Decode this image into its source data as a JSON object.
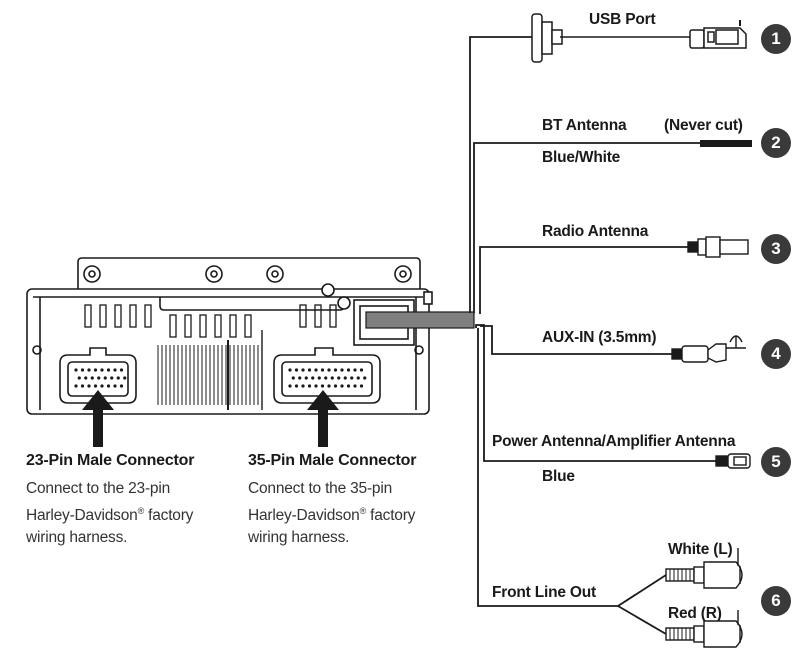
{
  "connections": [
    {
      "number": "1",
      "label": "USB Port"
    },
    {
      "number": "2",
      "label": "BT Antenna",
      "note": "(Never cut)",
      "wire_color": "Blue/White"
    },
    {
      "number": "3",
      "label": "Radio Antenna"
    },
    {
      "number": "4",
      "label": "AUX-IN  (3.5mm)"
    },
    {
      "number": "5",
      "label": "Power Antenna/Amplifier Antenna",
      "wire_color": "Blue"
    },
    {
      "number": "6",
      "label": "Front Line Out",
      "left": "White (L)",
      "right": "Red (R)"
    }
  ],
  "connectors": [
    {
      "title": "23-Pin Male Connector",
      "line1": "Connect to the 23-pin",
      "line2_a": "Harley-Davidson",
      "line2_reg": "®",
      "line2_b": " factory",
      "line3": "wiring harness."
    },
    {
      "title": "35-Pin Male Connector",
      "line1": "Connect to the 35-pin",
      "line2_a": "Harley-Davidson",
      "line2_reg": "®",
      "line2_b": " factory",
      "line3": "wiring harness."
    }
  ],
  "colors": {
    "line": "#1a1a1a",
    "badge": "#3a3a3a",
    "cable": "#808080"
  }
}
